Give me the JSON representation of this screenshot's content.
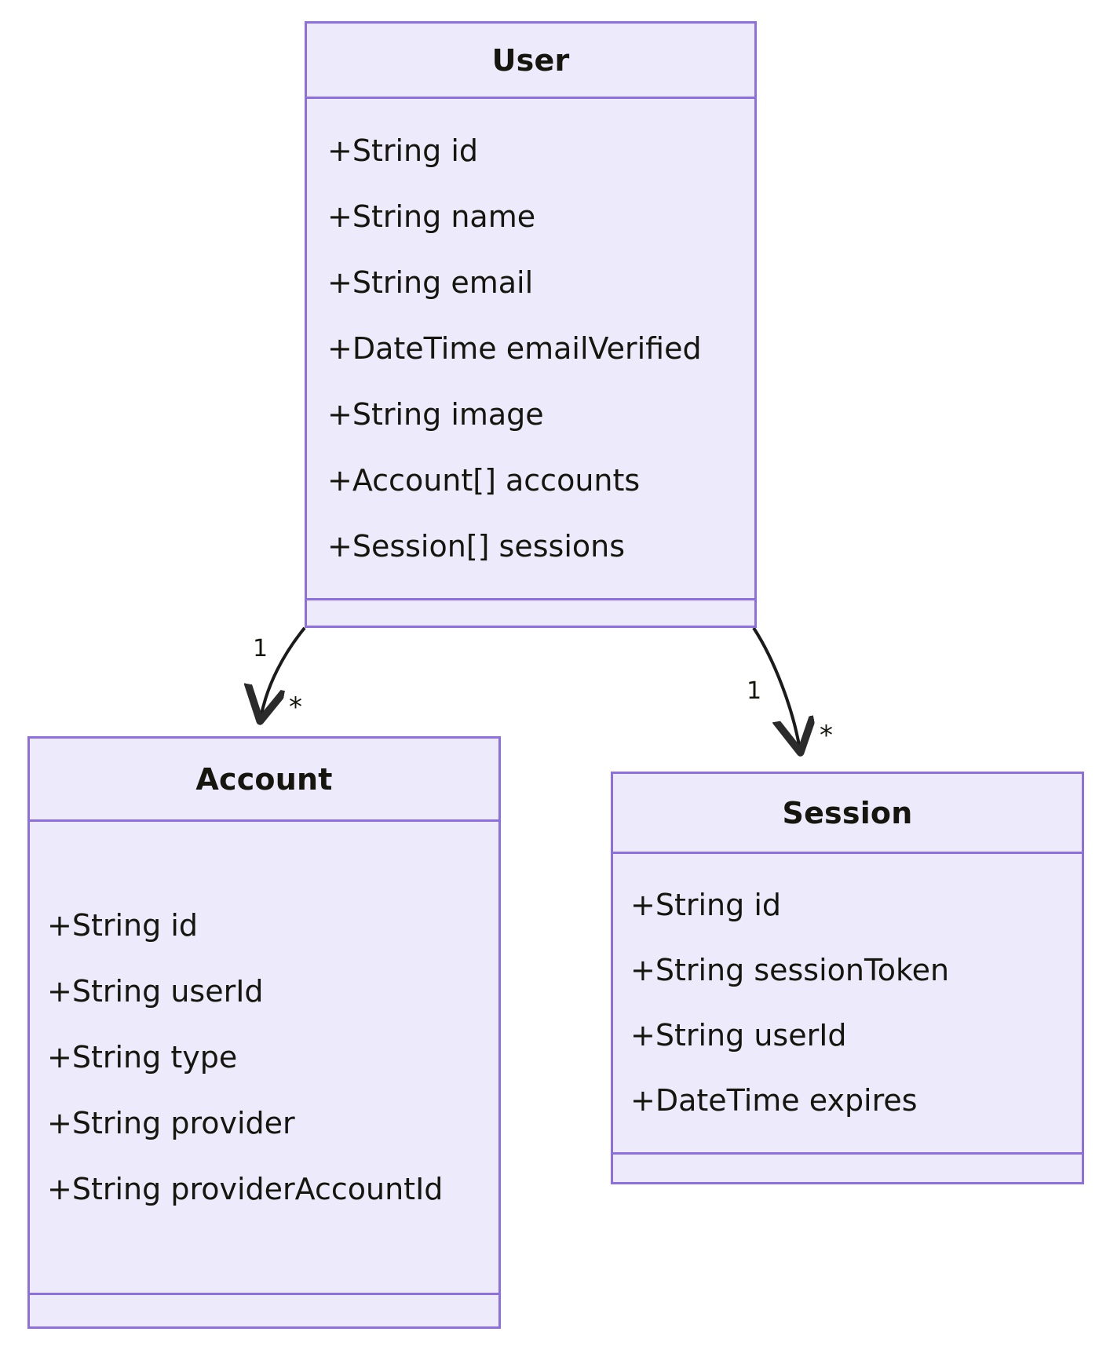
{
  "diagram": {
    "type": "uml-class-diagram",
    "background_color": "#FFFFFF",
    "class_fill_color": "#ECEAFB",
    "class_border_color": "#8E6FE0",
    "text_color": "#16160E",
    "edge_color": "#1B1B1B"
  },
  "classes": [
    {
      "name": "User",
      "attributes": [
        "+String id",
        "+String name",
        "+String email",
        "+DateTime emailVerified",
        "+String image",
        "+Account[] accounts",
        "+Session[] sessions"
      ],
      "methods": []
    },
    {
      "name": "Account",
      "attributes": [
        "+String id",
        "+String userId",
        "+String type",
        "+String provider",
        "+String providerAccountId"
      ],
      "methods": []
    },
    {
      "name": "Session",
      "attributes": [
        "+String id",
        "+String sessionToken",
        "+String userId",
        "+DateTime expires"
      ],
      "methods": []
    }
  ],
  "relationships": [
    {
      "from": "User",
      "to": "Account",
      "from_multiplicity": "1",
      "to_multiplicity": "*",
      "arrow": "open-arrow"
    },
    {
      "from": "User",
      "to": "Session",
      "from_multiplicity": "1",
      "to_multiplicity": "*",
      "arrow": "open-arrow"
    }
  ]
}
